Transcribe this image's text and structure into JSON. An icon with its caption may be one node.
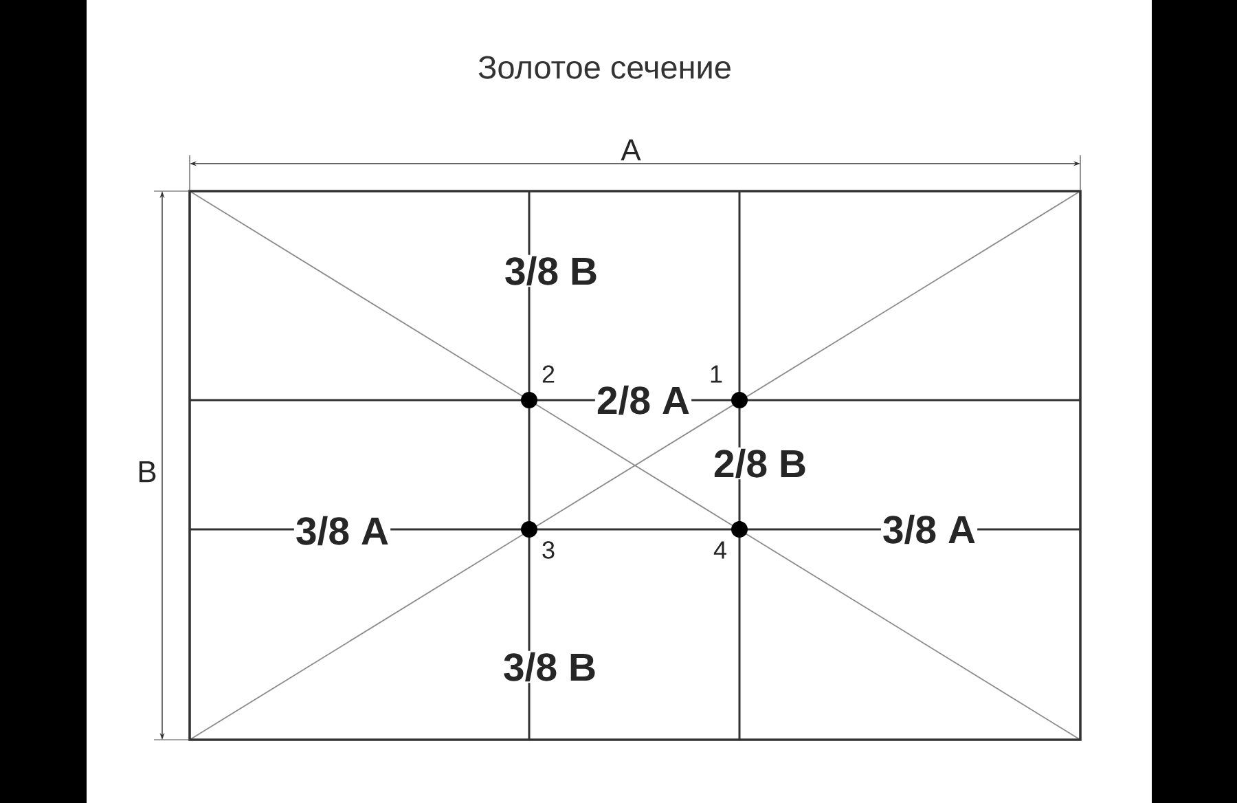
{
  "diagram": {
    "title": "Золотое сечение",
    "labels": [
      "A",
      "3/8 B",
      "2",
      "1",
      "2/8 A",
      "B",
      "2/8 B",
      "3/8 A",
      "3/8 A",
      "3",
      "4",
      "3/8 B"
    ]
  }
}
